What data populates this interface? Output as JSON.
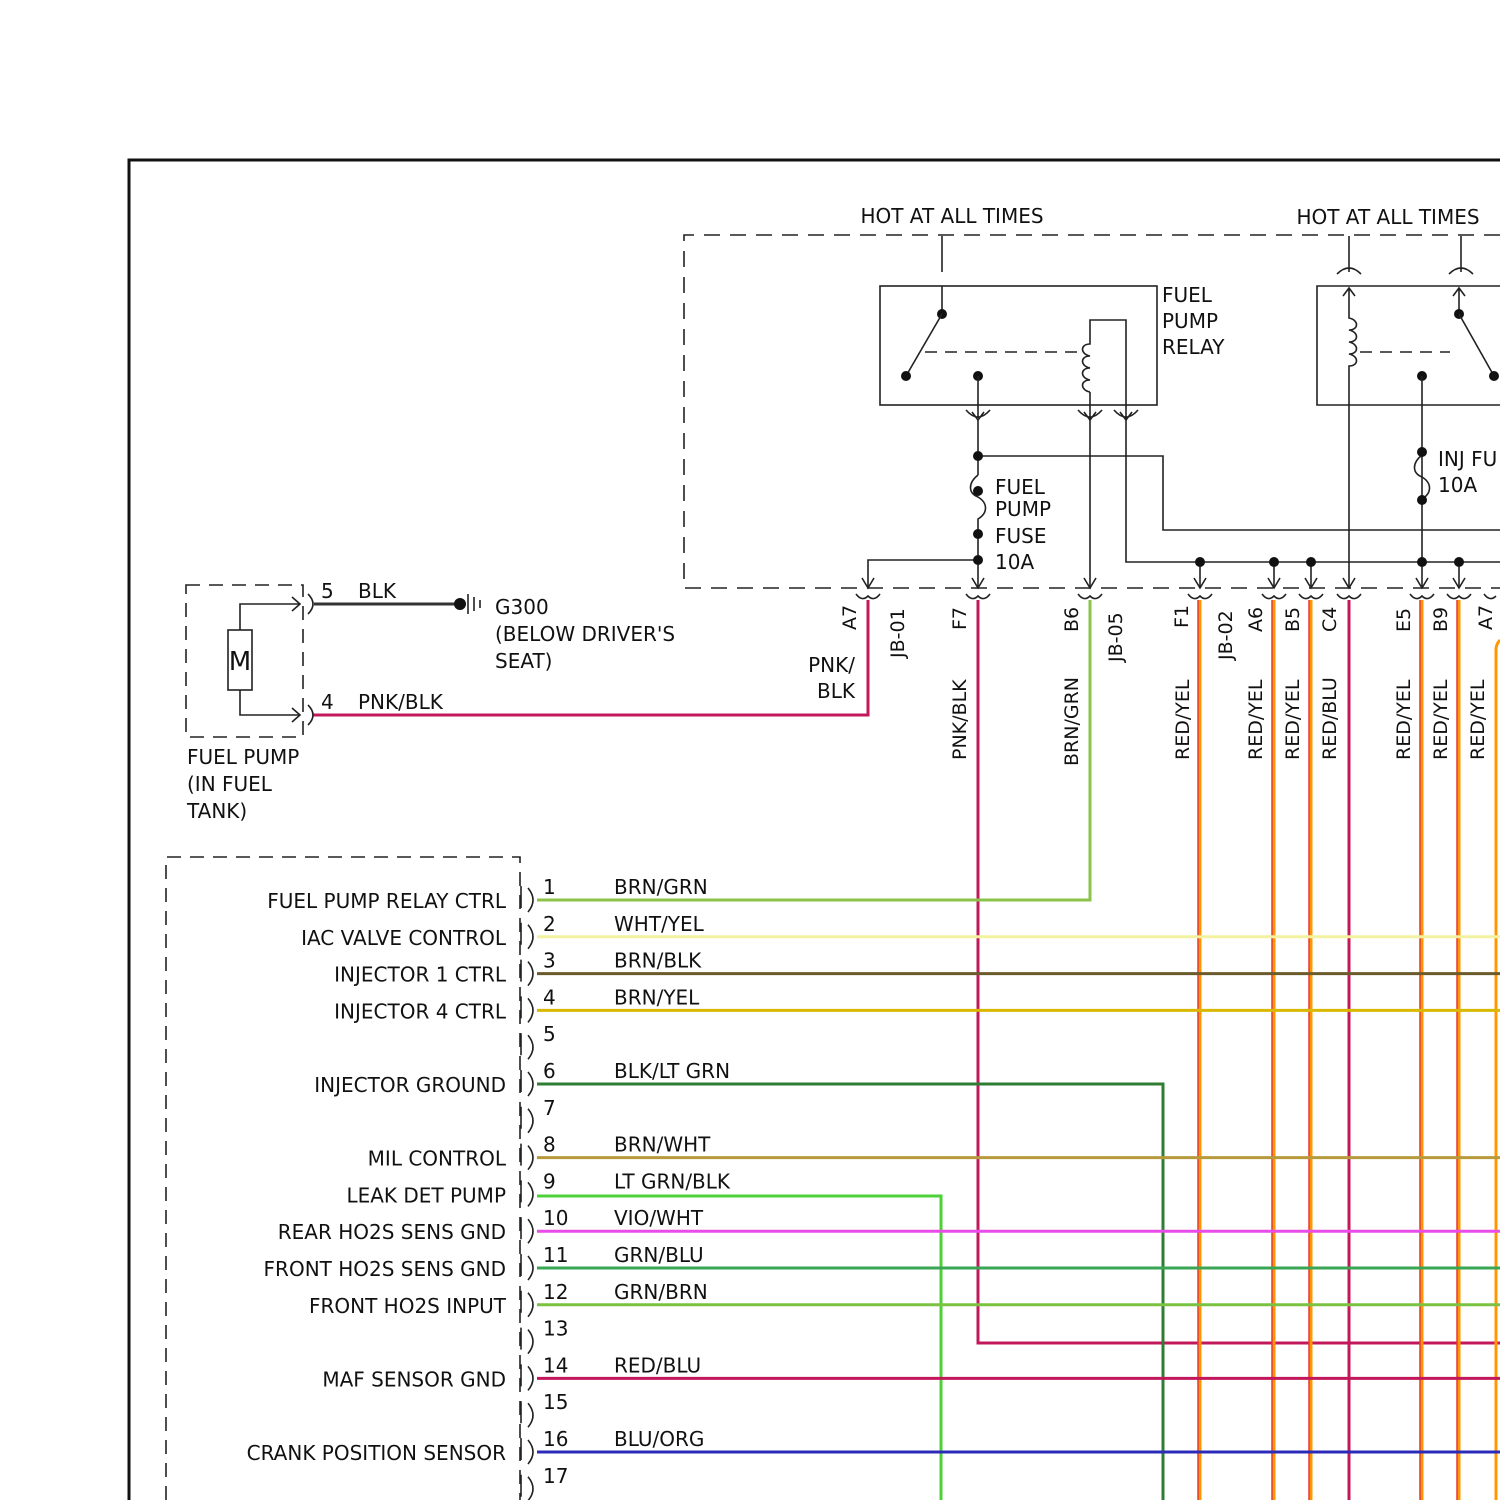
{
  "hot_labels": [
    "HOT AT ALL TIMES",
    "HOT AT ALL TIMES"
  ],
  "relay": {
    "lines": [
      "FUEL",
      "PUMP",
      "RELAY"
    ]
  },
  "fuse_fp": {
    "lines": [
      "FUEL",
      "PUMP",
      "FUSE",
      "10A"
    ]
  },
  "fuse_inj": {
    "lines": [
      "INJ FU",
      "10A"
    ]
  },
  "fuel_pump": {
    "motor": "M",
    "lines": [
      "FUEL PUMP",
      "(IN FUEL",
      "TANK)"
    ],
    "pin5": "5",
    "pin5_color": "BLK",
    "pin4": "4",
    "pin4_color": "PNK/BLK"
  },
  "ground": {
    "name": "G300",
    "lines": [
      "(BELOW DRIVER'S",
      "SEAT)"
    ]
  },
  "a7_wire": [
    "PNK/",
    "BLK"
  ],
  "pins": [
    "A7",
    "F7",
    "B6",
    "F1",
    "A6",
    "B5",
    "C4",
    "E5",
    "B9",
    "A7"
  ],
  "jb": [
    "JB-01",
    "JB-05",
    "JB-02"
  ],
  "wire_colors": [
    "PNK/BLK",
    "BRN/GRN",
    "RED/YEL",
    "RED/YEL",
    "RED/YEL",
    "RED/BLU",
    "RED/YEL",
    "RED/YEL",
    "RED/YEL"
  ],
  "pcm_rows": [
    {
      "pin": "1",
      "label": "FUEL PUMP RELAY CTRL",
      "wire": "BRN/GRN",
      "color": "#8bc34a"
    },
    {
      "pin": "2",
      "label": "IAC VALVE CONTROL",
      "wire": "WHT/YEL",
      "color": "#f2f2a0"
    },
    {
      "pin": "3",
      "label": "INJECTOR 1 CTRL",
      "wire": "BRN/BLK",
      "color": "#6b5a2a"
    },
    {
      "pin": "4",
      "label": "INJECTOR 4 CTRL",
      "wire": "BRN/YEL",
      "color": "#d8b800"
    },
    {
      "pin": "5",
      "label": "",
      "wire": "",
      "color": ""
    },
    {
      "pin": "6",
      "label": "INJECTOR GROUND",
      "wire": "BLK/LT GRN",
      "color": "#2e7d32"
    },
    {
      "pin": "7",
      "label": "",
      "wire": "",
      "color": ""
    },
    {
      "pin": "8",
      "label": "MIL CONTROL",
      "wire": "BRN/WHT",
      "color": "#b79a3c"
    },
    {
      "pin": "9",
      "label": "LEAK DET PUMP",
      "wire": "LT GRN/BLK",
      "color": "#4cd137"
    },
    {
      "pin": "10",
      "label": "REAR HO2S SENS GND",
      "wire": "VIO/WHT",
      "color": "#e84de8"
    },
    {
      "pin": "11",
      "label": "FRONT HO2S SENS GND",
      "wire": "GRN/BLU",
      "color": "#3aa655"
    },
    {
      "pin": "12",
      "label": "FRONT HO2S INPUT",
      "wire": "GRN/BRN",
      "color": "#7cc242"
    },
    {
      "pin": "13",
      "label": "",
      "wire": "",
      "color": ""
    },
    {
      "pin": "14",
      "label": "MAF SENSOR GND",
      "wire": "RED/BLU",
      "color": "#c2185b"
    },
    {
      "pin": "15",
      "label": "",
      "wire": "",
      "color": ""
    },
    {
      "pin": "16",
      "label": "CRANK POSITION SENSOR",
      "wire": "BLU/ORG",
      "color": "#2b2bb8"
    },
    {
      "pin": "17",
      "label": "",
      "wire": "",
      "color": ""
    }
  ]
}
